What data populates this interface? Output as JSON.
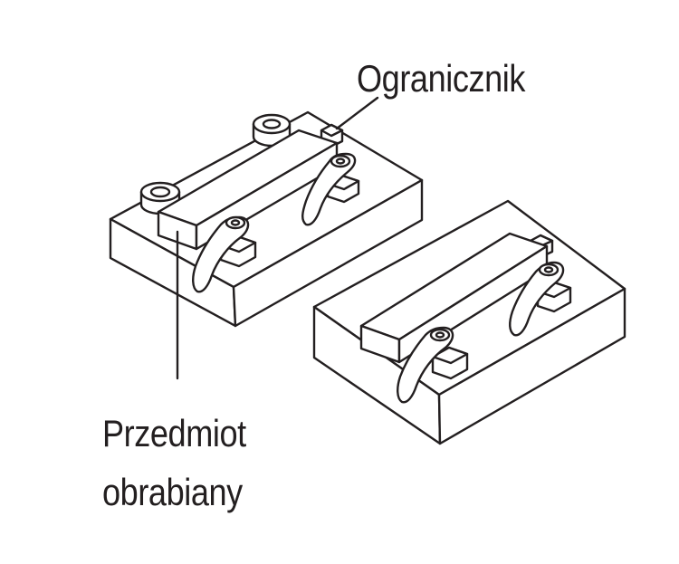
{
  "labels": {
    "stop": "Ogranicznik",
    "workpiece_line1": "Przedmiot",
    "workpiece_line2": "obrabiany"
  },
  "colors": {
    "ink": "#231f20",
    "fill": "#ffffff"
  }
}
